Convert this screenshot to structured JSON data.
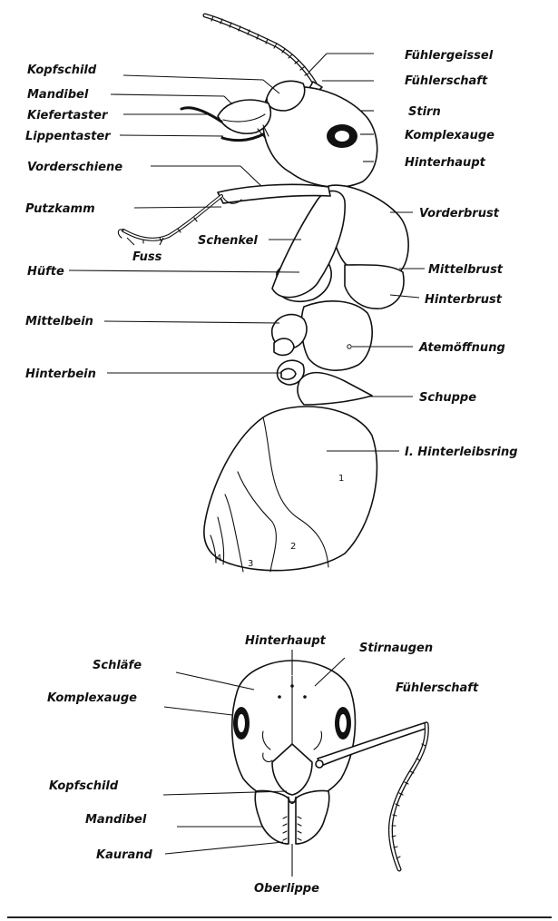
{
  "side_view": {
    "labels": {
      "fuehlergeissel": "Fühlergeissel",
      "fuehlerschaft": "Fühlerschaft",
      "stirn": "Stirn",
      "komplexauge": "Komplexauge",
      "hinterhaupt": "Hinterhaupt",
      "vorderbrust": "Vorderbrust",
      "mittelbrust": "Mittelbrust",
      "hinterbrust": "Hinterbrust",
      "atemoeffnung": "Atemöffnung",
      "schuppe": "Schuppe",
      "hinterleibsring": "I. Hinterleibsring",
      "kopfschild": "Kopfschild",
      "mandibel": "Mandibel",
      "kiefertaster": "Kiefertaster",
      "lippentaster": "Lippentaster",
      "vorderschiene": "Vorderschiene",
      "putzkamm": "Putzkamm",
      "fuss": "Fuss",
      "schenkel": "Schenkel",
      "huefte": "Hüfte",
      "mittelbein": "Mittelbein",
      "hinterbein": "Hinterbein"
    },
    "segment_numbers": [
      "1",
      "2",
      "3",
      "4"
    ]
  },
  "front_view": {
    "labels": {
      "hinterhaupt": "Hinterhaupt",
      "stirnaugen": "Stirnaugen",
      "schlaefe": "Schläfe",
      "komplexauge": "Komplexauge",
      "fuehlerschaft": "Fühlerschaft",
      "kopfschild": "Kopfschild",
      "mandibel": "Mandibel",
      "kaurand": "Kaurand",
      "oberlippe": "Oberlippe"
    }
  }
}
